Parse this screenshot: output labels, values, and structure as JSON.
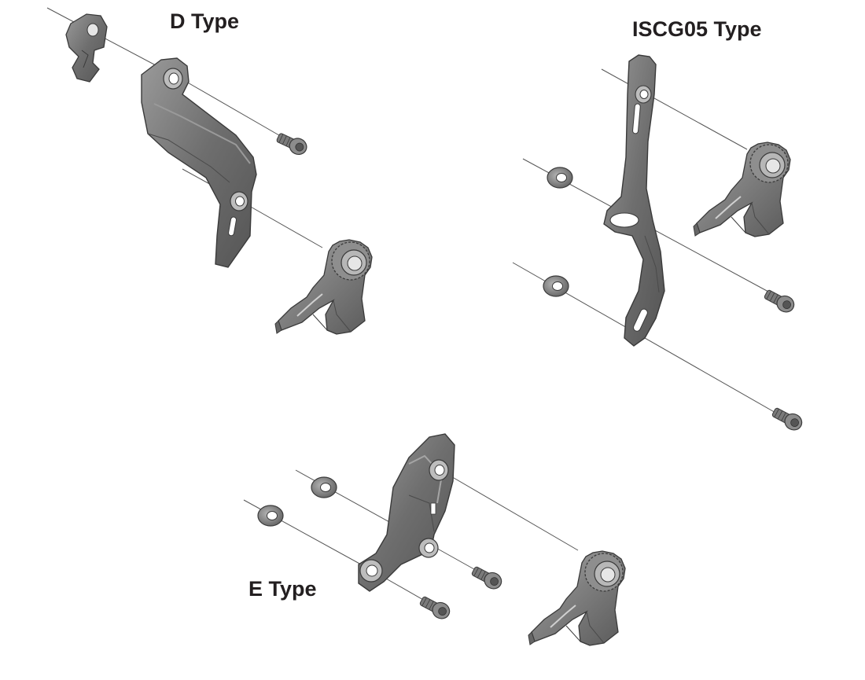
{
  "labels": {
    "d_type": "D Type",
    "iscg05_type": "ISCG05 Type",
    "e_type": "E Type"
  },
  "colors": {
    "part_dark": "#5e5e5e",
    "part_mid": "#7d7d7d",
    "part_light": "#a9a9a9",
    "outline": "#3a3a3a",
    "axis_line": "#555555",
    "label_text": "#231f20"
  }
}
